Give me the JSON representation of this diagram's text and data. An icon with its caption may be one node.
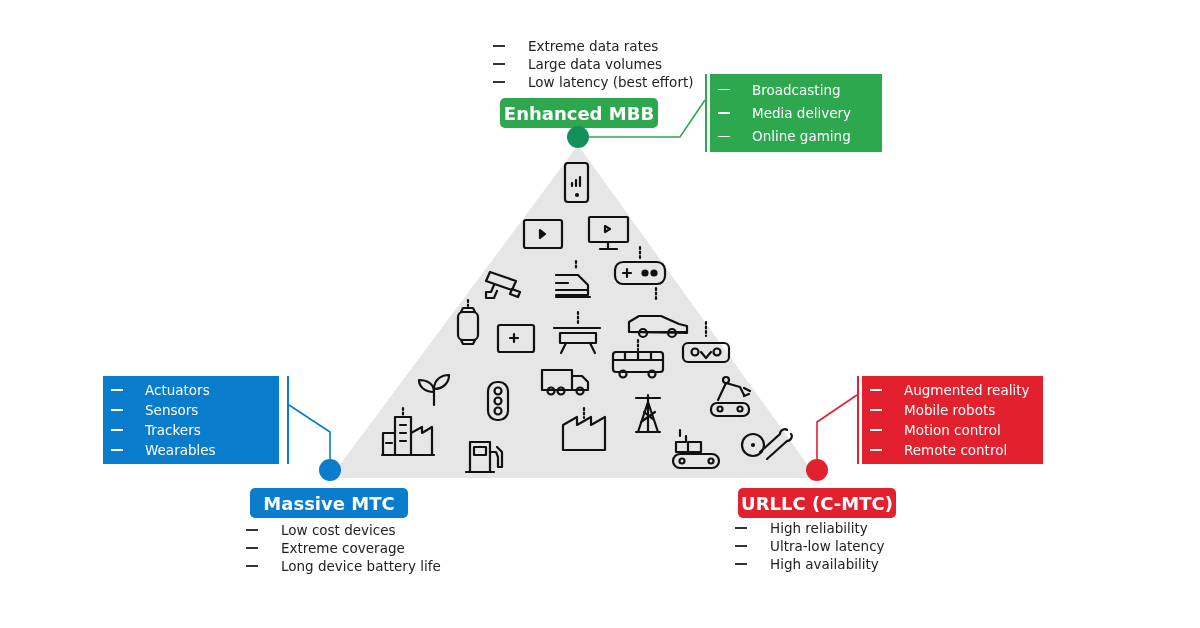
{
  "diagram": {
    "nodes": [
      {
        "text": [
          "Enhanced MBB"
        ],
        "beside": [
          "Extreme data rates",
          "Large data volumes",
          "Low latency (best effort)"
        ]
      },
      {
        "text": [],
        "shape": "circle"
      },
      {
        "text": [
          "Broadcasting",
          "Media delivery",
          "Online gaming"
        ]
      },
      {
        "text": [
          "Actuators",
          "Sensors",
          "Trackers",
          "Wearables"
        ]
      },
      {
        "text": [],
        "shape": "circle"
      },
      {
        "text": [
          "Massive MTC"
        ],
        "beside": [
          "Low cost devices",
          "Extreme coverage",
          "Long device battery life"
        ]
      },
      {
        "text": [
          "Augmented reality",
          "Mobile robots",
          "Motion control",
          "Remote control"
        ]
      },
      {
        "text": [],
        "shape": "circle"
      },
      {
        "text": [
          "URLLC (C-MTC)"
        ],
        "beside": [
          "High reliability",
          "Ultra-low latency",
          "High availability"
        ]
      }
    ],
    "edges": [
      {
        "from": 1,
        "to": 2,
        "arrow": "none",
        "color": "#2ea84f"
      },
      {
        "from": 4,
        "to": 3,
        "arrow": "none",
        "color": "#0a7ccc"
      },
      {
        "from": 7,
        "to": 6,
        "arrow": "none",
        "color": "#e3202e"
      }
    ]
  }
}
